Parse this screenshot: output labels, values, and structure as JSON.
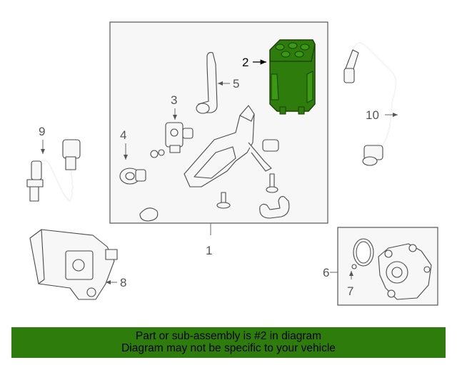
{
  "labels": {
    "l1": "1",
    "l2": "2",
    "l3": "3",
    "l4": "4",
    "l5": "5",
    "l6": "6",
    "l7": "7",
    "l8": "8",
    "l9": "9",
    "l10": "10"
  },
  "highlight_color": "#2e7d0c",
  "banner": {
    "line1": "Part or sub-assembly is #2 in diagram",
    "line2": "Diagram may not be specific to your vehicle"
  }
}
